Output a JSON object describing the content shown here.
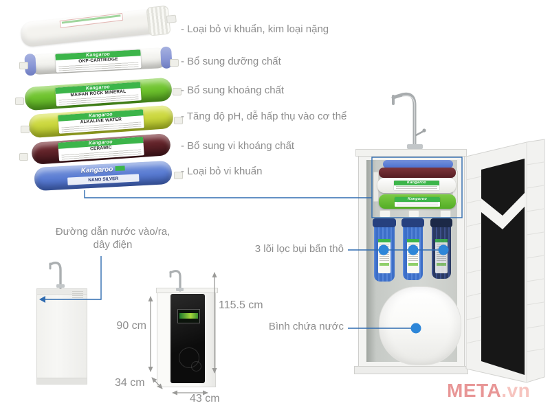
{
  "brand": "Kangaroo",
  "cartridges": [
    {
      "label": "",
      "note": "- Loại bỏ vi khuẩn, kim loại nặng"
    },
    {
      "label": "OKP-CARTRIDGE",
      "note": "- Bổ sung dưỡng chất"
    },
    {
      "label": "MAIFAN ROCK MINERAL",
      "note": "- Bổ sung khoáng chất"
    },
    {
      "label": "ALKALINE WATER",
      "note": "- Tăng độ pH, dễ hấp thụ vào cơ thể"
    },
    {
      "label": "CERAMIC",
      "note": "- Bổ sung vi khoáng chất"
    },
    {
      "label": "NANO SILVER",
      "note": "- Loại bỏ vi khuẩn"
    }
  ],
  "annotations": {
    "water_line_1": "Đường dẫn nước vào/ra,",
    "water_line_2": "dây điện",
    "coarse_filters": "3 lõi lọc bụi bẩn thô",
    "tank": "Bình chứa nước"
  },
  "dimensions": {
    "cabinet_height": "90 cm",
    "total_height": "115.5 cm",
    "depth": "34 cm",
    "width": "43 cm"
  },
  "watermark": {
    "name": "META",
    "tld": ".vn"
  },
  "colors": {
    "annotation_line": "#2f6bb0",
    "annotation_dot": "#2d86d8",
    "note_text": "#8d8d8d",
    "label_header_green": "#3cb54a",
    "cartridge_mineral_green": "#6fc32f",
    "cartridge_alkaline_yellow": "#cbd740",
    "cartridge_ceramic_maroon": "#5d2127",
    "cartridge_nano_blue": "#5a7cd2",
    "watermark_red": "#d32f2f"
  }
}
